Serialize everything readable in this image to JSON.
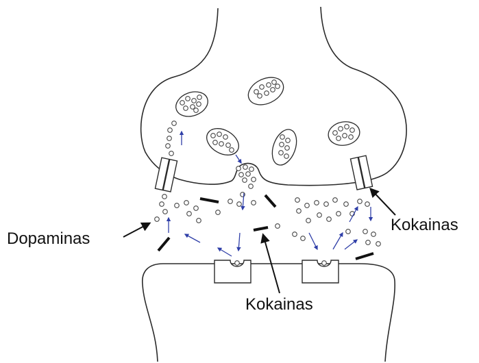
{
  "labels": {
    "dopamine": "Dopaminas",
    "cocaine_right": "Kokainas",
    "cocaine_bottom": "Kokainas"
  },
  "colors": {
    "outline": "#2a2a2a",
    "arrow_blue": "#2f3fa8",
    "blocker": "#111111",
    "fill": "#ffffff"
  }
}
